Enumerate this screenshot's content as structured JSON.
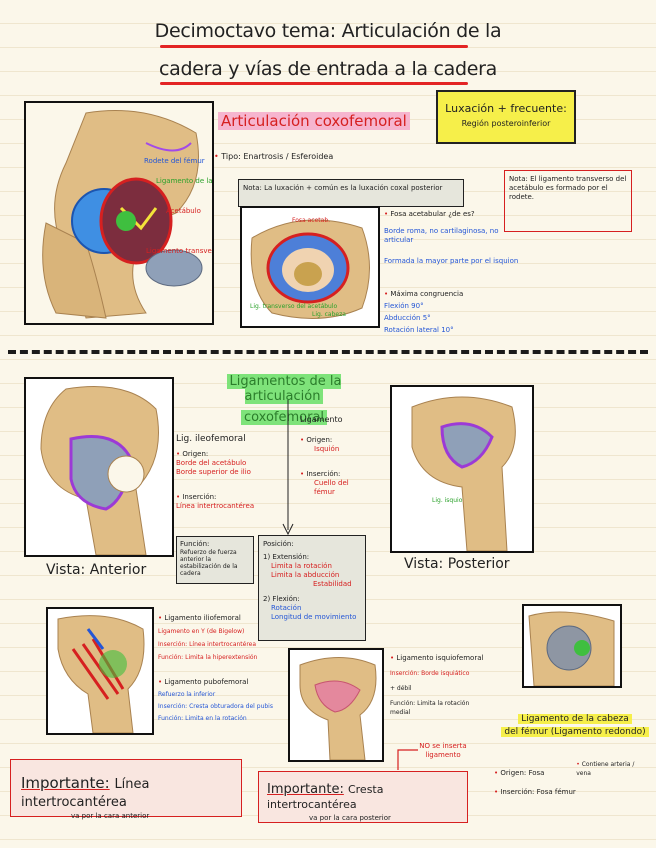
{
  "header": {
    "title_line1": "Decimoctavo tema: Articulación de la",
    "title_line2": "cadera y vías de entrada a la cadera"
  },
  "coxofemoral": {
    "heading": "Articulación coxofemoral",
    "tipo": "Tipo: Enartrosis / Esferoidea",
    "luxacion_title": "Luxación + frecuente:",
    "luxacion_value": "Región posteroinferior",
    "nota_box": "Nota: La luxación + común es la luxación coxal posterior",
    "nota_right": "Nota: El ligamento transverso del acetábulo es formado por el rodete.",
    "fosa_title": "Fosa acetabular ¿de es?",
    "fosa_line1": "Borde roma, no cartilaginosa, no articular",
    "fosa_line2": "Formada la mayor parte por el isquion",
    "congruencia_title": "Máxima congruencia",
    "congruencia_items": [
      "Flexión 90°",
      "Abducción 5°",
      "Rotación lateral 10°"
    ],
    "img1_labels": [
      "Rodete del fémur",
      "Ligamento de la cabeza",
      "Acetábulo",
      "Ligamento transverso"
    ],
    "img2_labels": [
      "Fosa acetab.",
      "Lig. transverso del acetábulo",
      "Lig. cabeza"
    ]
  },
  "ligamentos": {
    "heading_line1": "Ligamentos de la articulación",
    "heading_line2": "coxofemoral",
    "ileofemoral_title": "Lig. ileofemoral",
    "origen_label": "Origen:",
    "origen_items": [
      "Borde del acetábulo",
      "Borde superior de ilio"
    ],
    "insercion_label": "Inserción:",
    "insercion_items": [
      "Línea intertrocantérea"
    ],
    "funcion_box_title": "Función:",
    "funcion_box_text": "Refuerzo de fuerza anterior la estabilización de la cadera",
    "ligamento_label": "Ligamento",
    "origen2_label": "Origen:",
    "origen2_value": "Isquión",
    "insercion2_label": "Inserción:",
    "insercion2_value": "Cuello del fémur",
    "posicion_title": "Posición:",
    "posicion_items": [
      "1) Extensión:",
      "Limita la rotación",
      "Limita la abducción",
      "Estabilidad",
      "2) Flexión:",
      "Rotación",
      "Longitud de movimiento"
    ],
    "vista_anterior": "Vista: Anterior",
    "vista_posterior": "Vista: Posterior",
    "lig_isquio_label": "Lig. isquio"
  },
  "bottom": {
    "pubofemoral_title": "Ligamento iliofemoral",
    "pubo_items": [
      "Ligamento en Y (de Bigelow)",
      "Inserción: Línea intertrocantérea",
      "Función: Limita la hiperextensión"
    ],
    "pubo2_title": "Ligamento pubofemoral",
    "pubo2_items": [
      "Refuerzo la inferior",
      "Inserción: Cresta obturadora del pubis",
      "Función: Limita en la rotación"
    ],
    "isquio_title": "Ligamento isquiofemoral",
    "isquio_items": [
      "Inserción: Borde isquiático",
      "+ débil",
      "Función: Limita la rotación medial"
    ],
    "no_se_inserta": "NO se inserta ligamento",
    "cabeza_title_line1": "Ligamento de la cabeza",
    "cabeza_title_line2": "del fémur (Ligamento redondo)",
    "cabeza_origen": "Origen: Fosa",
    "cabeza_insercion": "Inserción: Fosa fémur",
    "cabeza_contiene": "Contiene arteria / vena",
    "importante1_label": "Importante:",
    "importante1_value": "Línea intertrocantérea",
    "importante1_sub": "va por la cara anterior",
    "importante2_label": "Importante:",
    "importante2_value": "Cresta intertrocantérea",
    "importante2_sub": "va por la cara posterior"
  },
  "colors": {
    "accent_red": "#d62020",
    "highlight_yellow": "#f6ef4a",
    "highlight_green": "#7ee37a",
    "highlight_pink": "#f6b5cf",
    "bone": "#e3c58f",
    "ligament": "#8fa0b8"
  }
}
